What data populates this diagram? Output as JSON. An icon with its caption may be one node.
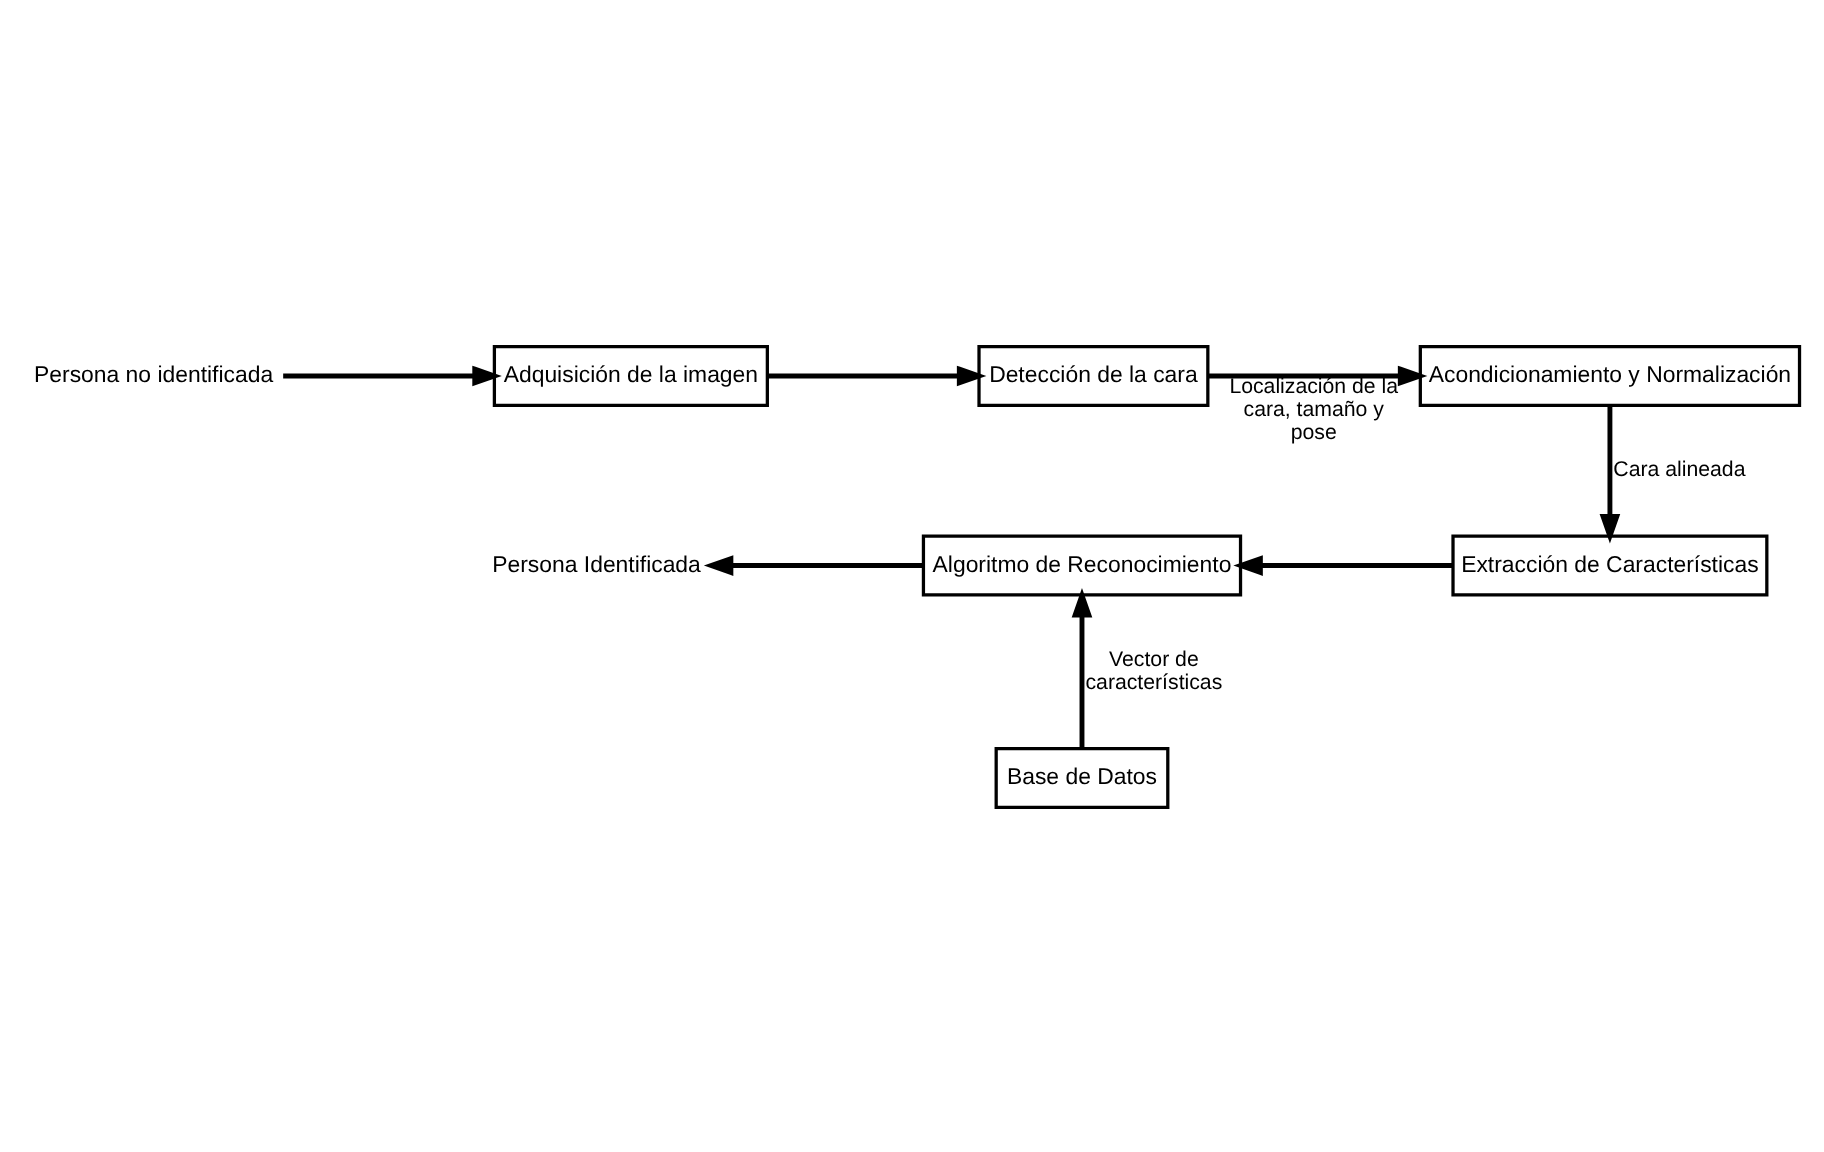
{
  "diagram": {
    "nodes": [
      {
        "text": [
          "Persona no identificada"
        ]
      },
      {
        "text": [
          "Adquisición de la imagen"
        ]
      },
      {
        "text": [
          "Detección de la cara"
        ]
      },
      {
        "text": [
          "Acondicionamiento y Normalización"
        ]
      },
      {
        "text": [
          "Extracción de Características"
        ]
      },
      {
        "text": [
          "Algoritmo de Reconocimiento"
        ]
      },
      {
        "text": [
          "Persona Identificada"
        ]
      },
      {
        "text": [
          "Base de Datos"
        ]
      }
    ],
    "edges": [
      {
        "from": 0,
        "to": 1,
        "arrow": "to"
      },
      {
        "from": 1,
        "to": 2,
        "arrow": "to"
      },
      {
        "from": 2,
        "to": 3,
        "arrow": "to",
        "label": "Localización de la cara, tamaño y pose"
      },
      {
        "from": 3,
        "to": 4,
        "arrow": "to",
        "label": "Cara alineada"
      },
      {
        "from": 4,
        "to": 5,
        "arrow": "to"
      },
      {
        "from": 5,
        "to": 6,
        "arrow": "to"
      },
      {
        "from": 7,
        "to": 5,
        "arrow": "to",
        "label": "Vector de características"
      }
    ]
  }
}
